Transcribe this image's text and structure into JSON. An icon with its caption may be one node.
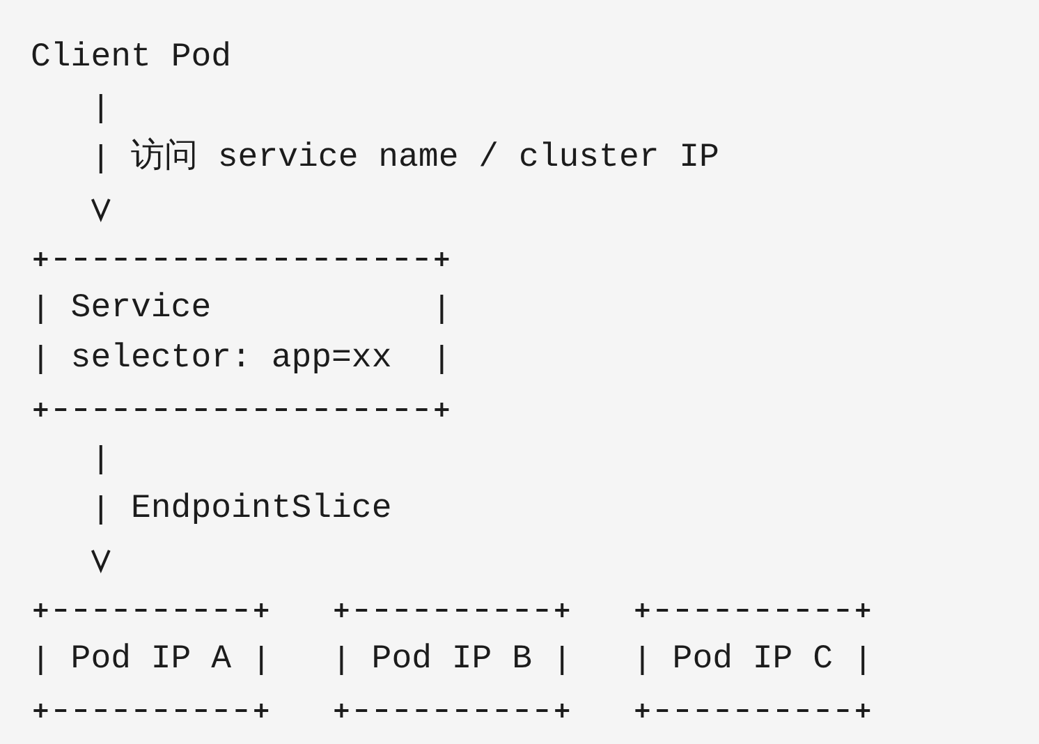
{
  "diagram": {
    "nodes": [
      {
        "text": [
          "Client Pod"
        ]
      },
      {
        "text": [
          "Service",
          "selector: app=xx"
        ]
      },
      {
        "text": [
          "Pod IP A"
        ]
      },
      {
        "text": [
          "Pod IP B"
        ]
      },
      {
        "text": [
          "Pod IP C"
        ]
      }
    ],
    "edges": [
      {
        "from": 0,
        "to": 1,
        "arrow": "to",
        "label": "访问 service name / cluster IP"
      },
      {
        "from": 1,
        "to": 2,
        "arrow": "to",
        "label": "EndpointSlice"
      }
    ]
  }
}
